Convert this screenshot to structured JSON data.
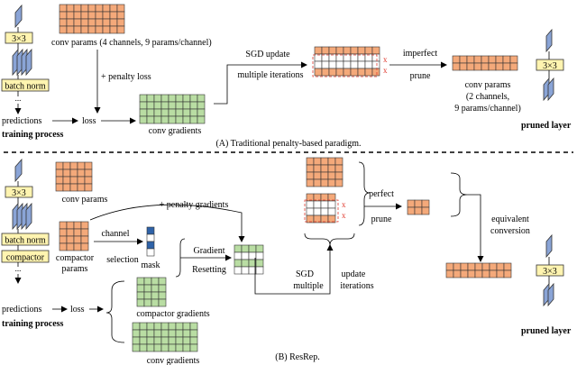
{
  "colors": {
    "orange": "#F4A97A",
    "green": "#B9DDA3",
    "blue": "#8AA4D6",
    "blue_dark": "#2E62A8",
    "yellow": "#FFF4B0",
    "red_mark": "#E03C31",
    "white": "#FFFFFF",
    "stroke": "#333333"
  },
  "kernel_label": "3×3",
  "top": {
    "conv_params_label": "conv params (4 channels, 9 params/channel)",
    "penalty_loss": "+ penalty loss",
    "batch_norm": "batch norm",
    "dots": "...",
    "predictions": "predictions",
    "loss": "loss",
    "conv_gradients": "conv gradients",
    "training_process": "training process",
    "sgd_update": "SGD update",
    "multiple_iterations": "multiple iterations",
    "imperfect": "imperfect",
    "prune": "prune",
    "pruned_params_label_1": "conv params",
    "pruned_params_label_2": "(2 channels,",
    "pruned_params_label_3": "9 params/channel)",
    "pruned_layer": "pruned layer",
    "mark": "x",
    "caption": "(A) Traditional penalty-based paradigm."
  },
  "bottom": {
    "conv_params": "conv params",
    "penalty_gradients": "+ penalty gradients",
    "batch_norm": "batch norm",
    "compactor": "compactor",
    "compactor_params_1": "compactor",
    "compactor_params_2": "params",
    "channel": "channel",
    "selection": "selection",
    "mask": "mask",
    "gradient": "Gradient",
    "resetting": "Resetting",
    "dots": "...",
    "predictions": "predictions",
    "loss": "loss",
    "training_process": "training process",
    "compactor_gradients": "compactor gradients",
    "conv_gradients": "conv gradients",
    "sgd": "SGD",
    "update": "update",
    "multiple": "multiple",
    "iterations": "iterations",
    "perfect": "perfect",
    "prune": "prune",
    "equivalent": "equivalent",
    "conversion": "conversion",
    "pruned_layer": "pruned layer",
    "mark": "x",
    "caption": "(B) ResRep."
  }
}
